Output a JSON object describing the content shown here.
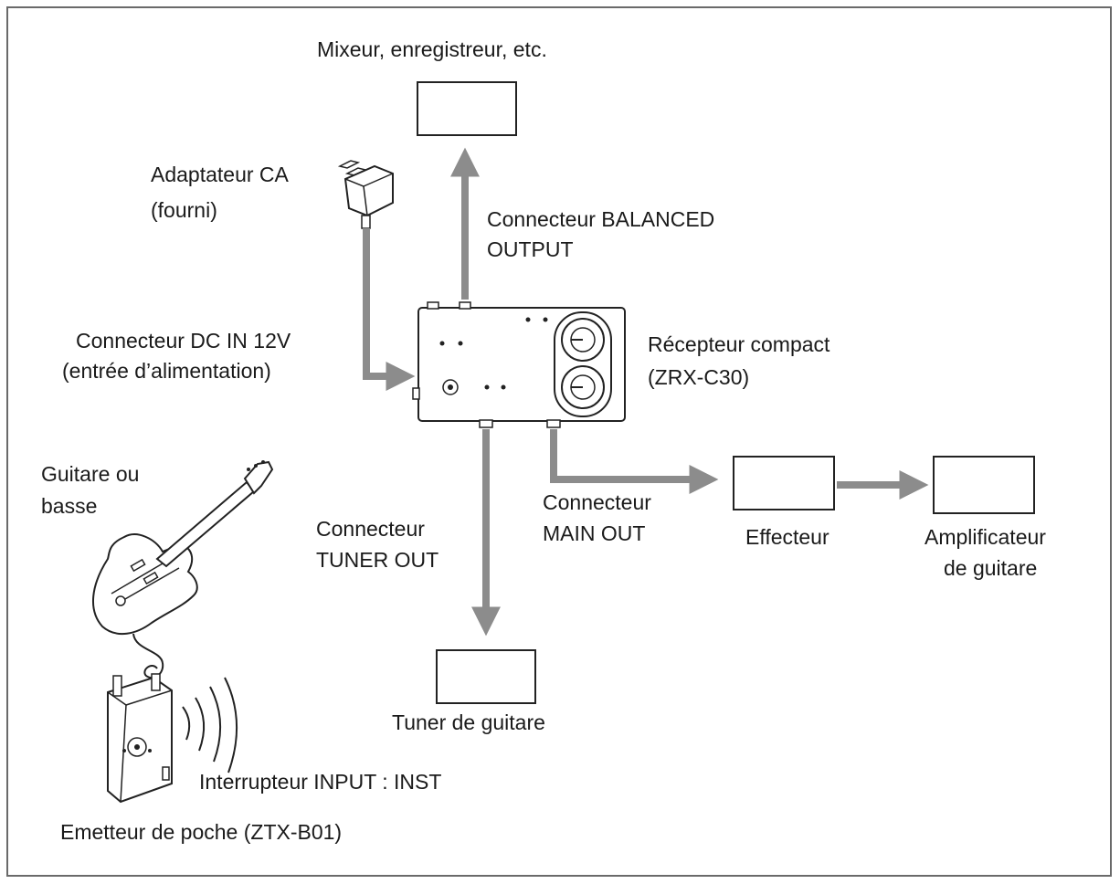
{
  "labels": {
    "mixer": "Mixeur, enregistreur, etc.",
    "ac_adapter_l1": "Adaptateur CA",
    "ac_adapter_l2": "(fourni)",
    "balanced_l1": "Connecteur BALANCED",
    "balanced_l2": "OUTPUT",
    "dcin_l1": "Connecteur DC IN 12V",
    "dcin_l2": "(entrée d’alimentation)",
    "receiver_l1": "Récepteur compact",
    "receiver_l2": "(ZRX-C30)",
    "guitar_l1": "Guitare ou",
    "guitar_l2": "basse",
    "mainout_l1": "Connecteur",
    "mainout_l2": "MAIN OUT",
    "tunerout_l1": "Connecteur",
    "tunerout_l2": "TUNER OUT",
    "effector": "Effecteur",
    "amp_l1": "Amplificateur",
    "amp_l2": "de guitare",
    "tuner": "Tuner de guitare",
    "input_switch": "Interrupteur INPUT : INST",
    "transmitter": "Emetteur de poche (ZTX-B01)"
  },
  "colors": {
    "arrow": "#8c8c8c",
    "outline": "#222222",
    "frame": "#6a6a6a"
  }
}
